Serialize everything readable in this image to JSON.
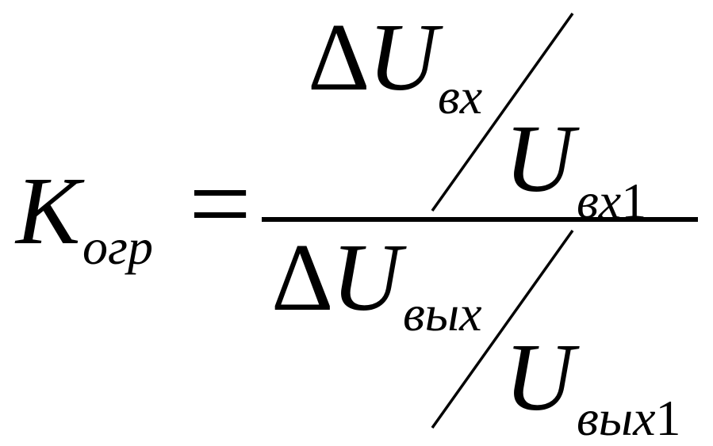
{
  "formula": {
    "lhs": {
      "symbol": "K",
      "subscript": "огр"
    },
    "equals": "=",
    "numerator": {
      "delta": "Δ",
      "symbol": "U",
      "subscript": "вх",
      "divisor_symbol": "U",
      "divisor_subscript": "вх",
      "divisor_index": "1"
    },
    "denominator": {
      "delta": "Δ",
      "symbol": "U",
      "subscript": "вых",
      "divisor_symbol": "U",
      "divisor_subscript": "вых",
      "divisor_index": "1"
    }
  }
}
